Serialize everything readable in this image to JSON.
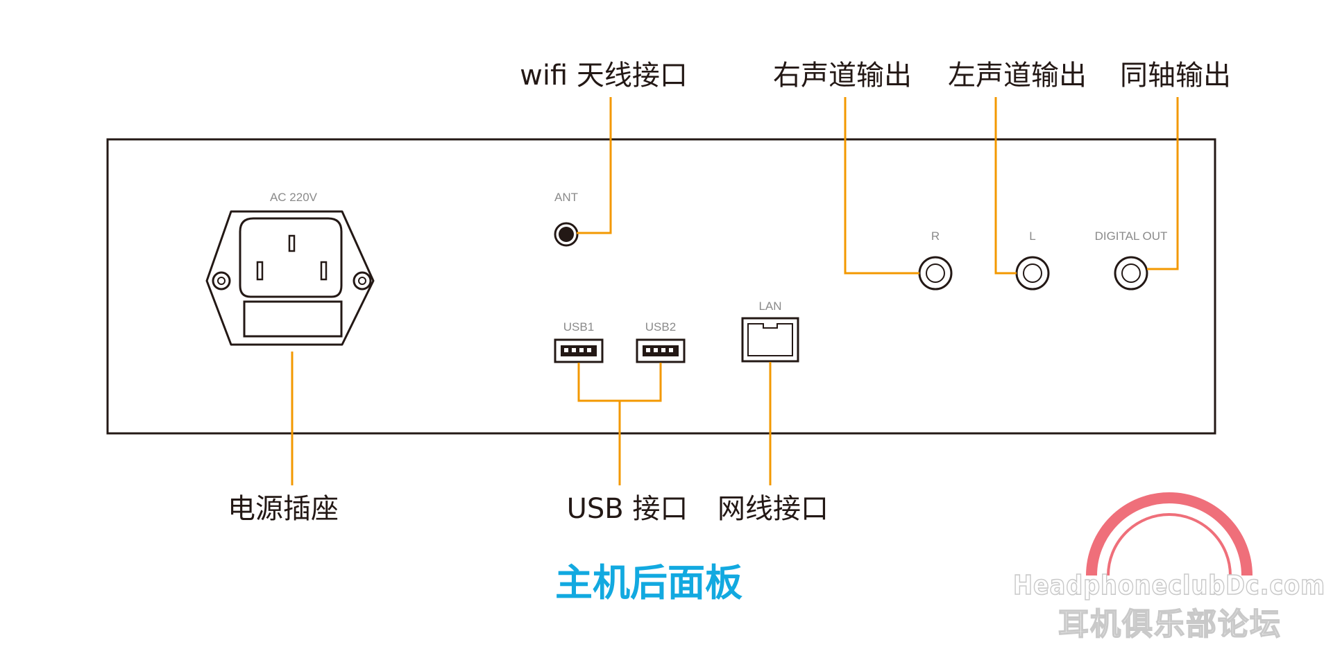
{
  "callouts": {
    "wifi": "wifi 天线接口",
    "right": "右声道输出",
    "left": "左声道输出",
    "coax": "同轴输出",
    "power": "电源插座",
    "usb": "USB 接口",
    "lan": "网线接口"
  },
  "panel_labels": {
    "ac": "AC 220V",
    "ant": "ANT",
    "r": "R",
    "l": "L",
    "digital": "DIGITAL OUT",
    "usb1": "USB1",
    "usb2": "USB2",
    "lan": "LAN"
  },
  "title": "主机后面板",
  "watermark": {
    "en": "HeadphoneclubDc.com",
    "cn": "耳机俱乐部论坛"
  },
  "colors": {
    "leader": "#f39800",
    "title": "#12a9e0",
    "outline": "#231815",
    "watermark_accent": "#ef6f7a"
  }
}
